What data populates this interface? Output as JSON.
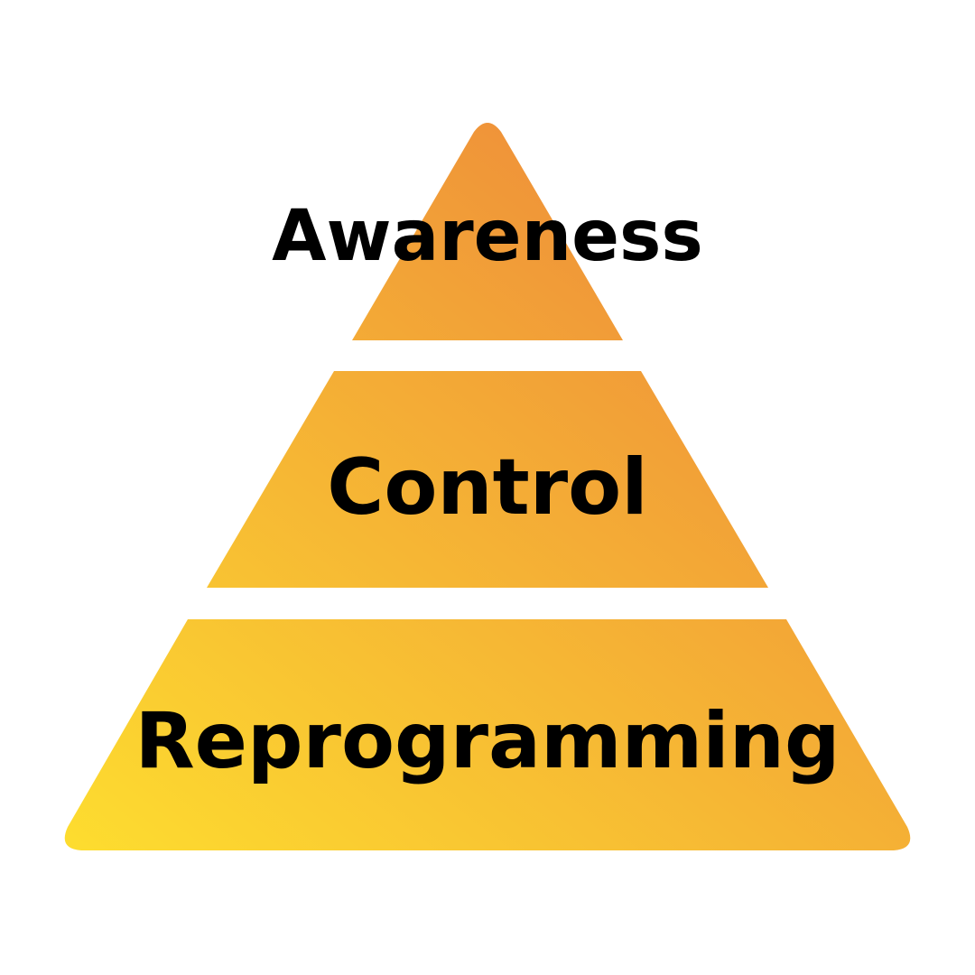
{
  "diagram": {
    "type": "pyramid",
    "gradient": {
      "start_color": "#FDDC2F",
      "end_color": "#EE8D3A"
    },
    "tiers": [
      {
        "label": "Awareness"
      },
      {
        "label": "Control"
      },
      {
        "label": "Reprogramming"
      }
    ]
  }
}
